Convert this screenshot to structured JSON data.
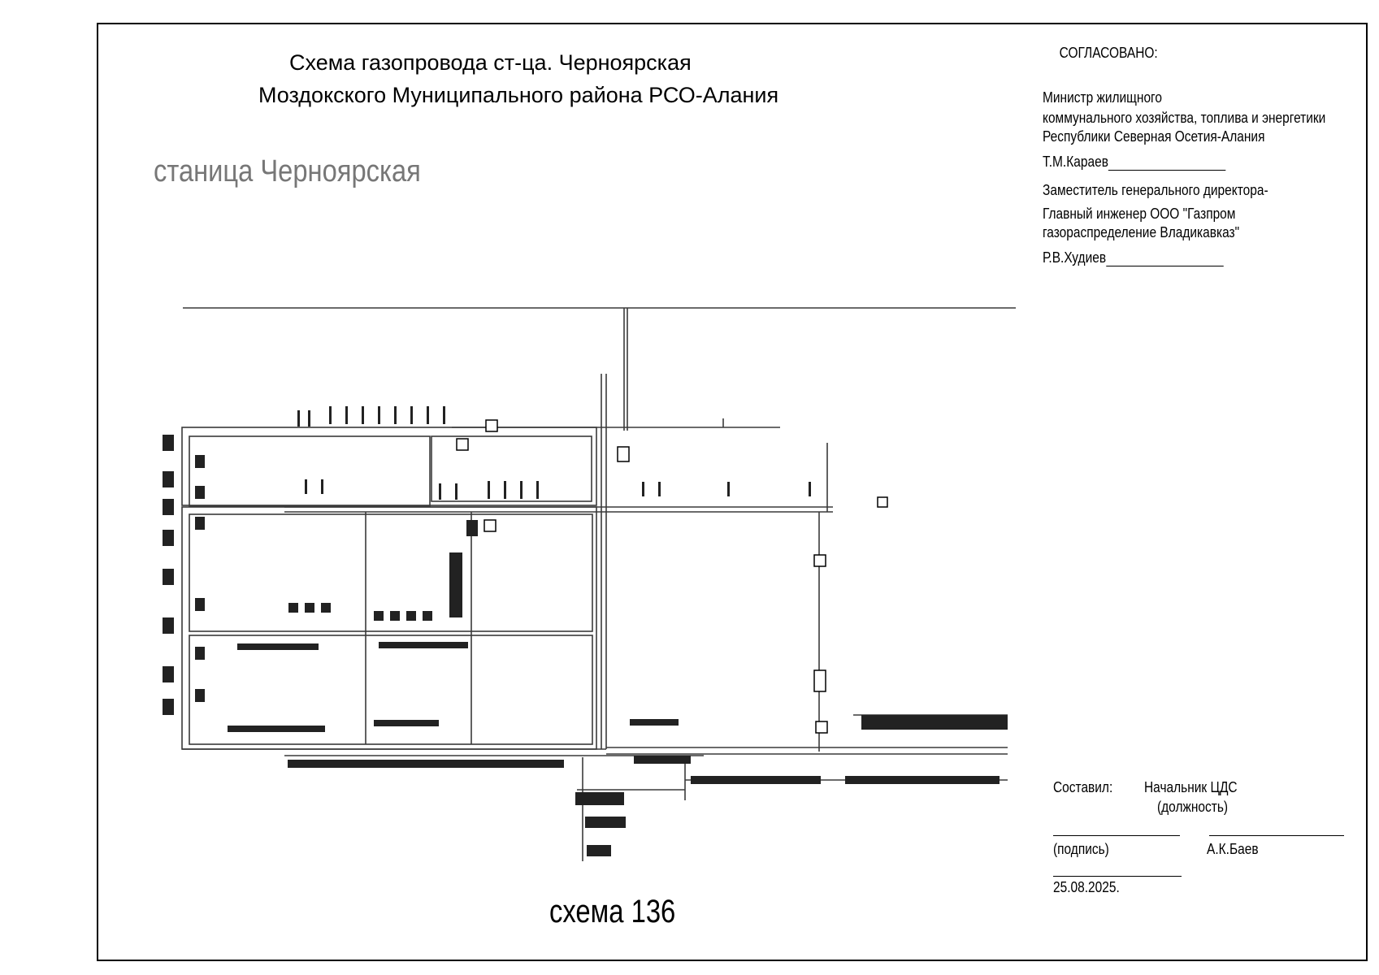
{
  "header": {
    "title_line1": "Схема газопровода ст-ца. Черноярская",
    "title_line2": "Моздокского  Муниципального района РСО-Алания",
    "locality": "станица Черноярская"
  },
  "approval": {
    "heading": "СОГЛАСОВАНО:",
    "minister_line1": "Министр жилищного",
    "minister_line2": "коммунального  хозяйства, топлива и энергетики",
    "minister_line3": "Республики Северная Осетия-Алания",
    "minister_name": "Т.М.Караев",
    "deputy_line1": "Заместитель генерального директора-",
    "deputy_line2": "Главный инженер  ООО \"Газпром",
    "deputy_line3": "газораспределение Владикавказ\"",
    "deputy_name": "Р.В.Худиев"
  },
  "compiled": {
    "label": "Составил:",
    "position": "Начальник ЦДС",
    "position_caption": "(должность)",
    "signature_caption": "(подпись)",
    "name": "А.К.Баев",
    "date": "25.08.2025."
  },
  "scheme_label": "схема 136",
  "colors": {
    "ink": "#000000",
    "gray_text": "#777777",
    "pipe": "#3a3a3a"
  }
}
